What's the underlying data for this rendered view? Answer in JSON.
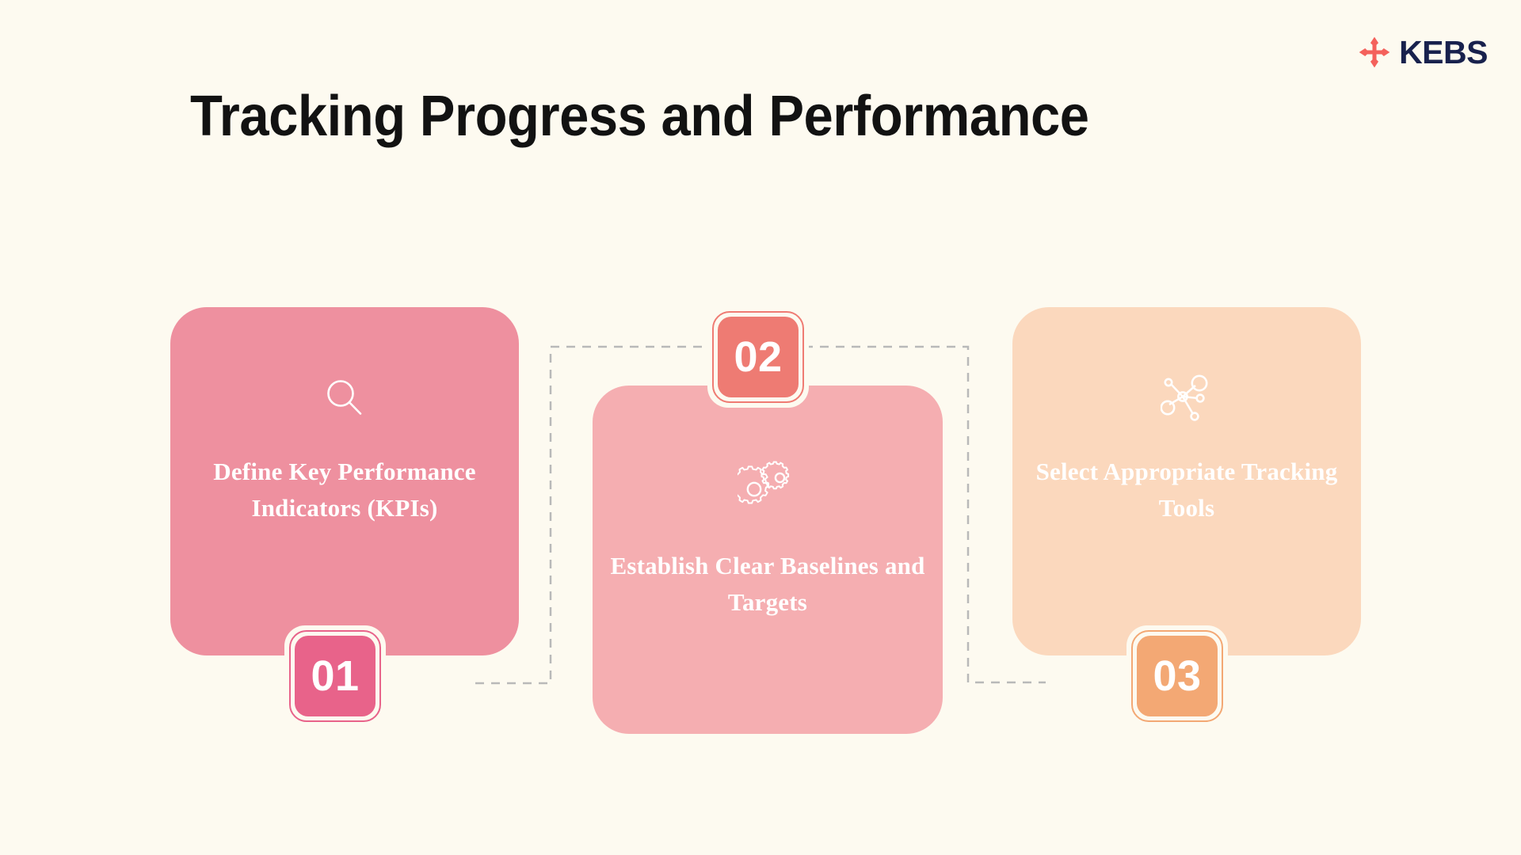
{
  "brand": {
    "logo_icon": "kebs-four-petal-cross-icon",
    "name": "KEBS",
    "mark_color": "#F4615C",
    "text_color": "#18214D"
  },
  "page": {
    "title": "Tracking Progress and Performance",
    "background_color": "#FDFAF0",
    "title_color": "#121212"
  },
  "connector": {
    "style": "dashed",
    "color": "#B9B9B9"
  },
  "steps": [
    {
      "number": "01",
      "title": "Define Key Performance Indicators (KPIs)",
      "icon": "search-icon",
      "card_color": "#EE909F",
      "badge_color": "#E8638A",
      "badge_position": "bottom"
    },
    {
      "number": "02",
      "title": "Establish Clear Baselines and Targets",
      "icon": "gears-icon",
      "card_color": "#F5AEB1",
      "badge_color": "#EE7B73",
      "badge_position": "top"
    },
    {
      "number": "03",
      "title": "Select Appropriate Tracking Tools",
      "icon": "network-nodes-icon",
      "card_color": "#FBD8BD",
      "badge_color": "#F3A874",
      "badge_position": "bottom"
    }
  ]
}
